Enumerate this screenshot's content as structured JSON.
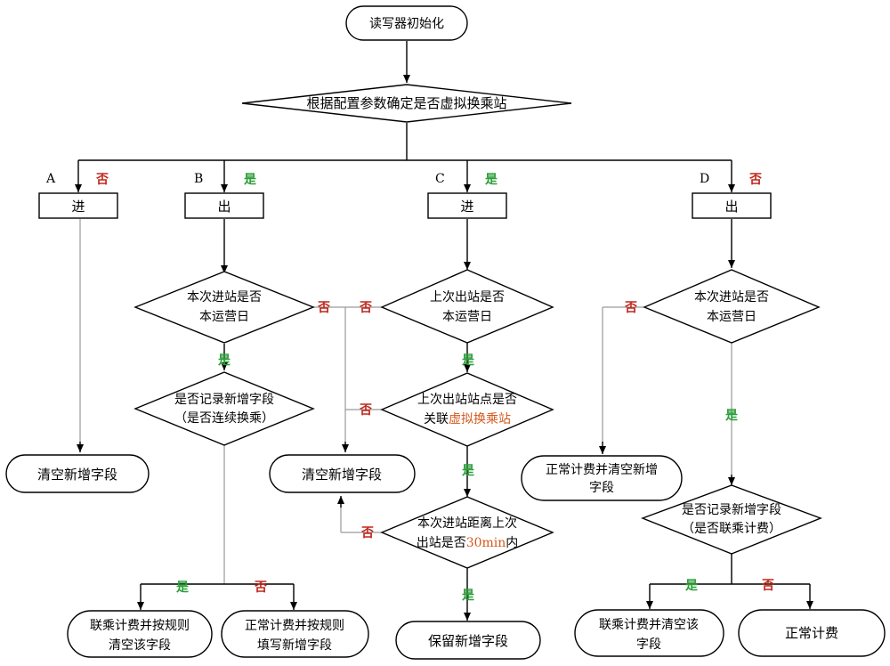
{
  "colors": {
    "orange": "#f4b183",
    "blue_light": "#b4c7e7",
    "cyan": "#17c4ec",
    "green_light": "#c5e0b4",
    "yes": "#2e9e3a",
    "no": "#c0281e",
    "highlight": "#d4581c"
  },
  "nodes": {
    "start": "读写器初始化",
    "decide_virtual": "根据配置参数确定是否虚拟换乘站",
    "b_q1": {
      "l1": "本次进站是否",
      "l2": "本运营日"
    },
    "b_q2": {
      "l1": "是否记录新增字段",
      "l2": "（是否连续换乘）"
    },
    "c_q1": {
      "l1": "上次出站是否",
      "l2": "本运营日"
    },
    "c_q2": {
      "l1": "上次出站站点是否",
      "l2a": "关联",
      "l2b": "虚拟换乘站"
    },
    "c_q3": {
      "l1": "本次进站距离上次",
      "l2a": "出站是否",
      "l2b": "30min",
      "l2c": "内"
    },
    "d_q1": {
      "l1": "本次进站是否",
      "l2": "本运营日"
    },
    "d_q2": {
      "l1": "是否记录新增字段",
      "l2": "（是否联乘计费）"
    }
  },
  "branches": {
    "a": {
      "label": "A",
      "cond": "否",
      "box": "进"
    },
    "b": {
      "label": "B",
      "cond": "是",
      "box": "出"
    },
    "c": {
      "label": "C",
      "cond": "是",
      "box": "进"
    },
    "d": {
      "label": "D",
      "cond": "否",
      "box": "出"
    }
  },
  "terminals": {
    "a_clear": "清空新增字段",
    "mid_clear": "清空新增字段",
    "d_normal_clear_l1": "正常计费并清空新增",
    "d_normal_clear_l2": "字段",
    "b_yes_l1": "联乘计费并按规则",
    "b_yes_l2": "清空该字段",
    "b_no_l1": "正常计费并按规则",
    "b_no_l2": "填写新增字段",
    "c_keep": "保留新增字段",
    "d_yes_l1": "联乘计费并清空该",
    "d_yes_l2": "字段",
    "d_no": "正常计费"
  },
  "edges": {
    "yes": "是",
    "no": "否"
  }
}
